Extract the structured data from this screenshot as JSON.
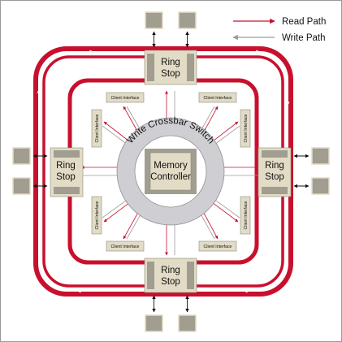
{
  "legend": {
    "read_label": "Read Path",
    "write_label": "Write Path",
    "read_color": "#c8102e",
    "write_color": "#9a9a9a"
  },
  "ring_stop": {
    "line1": "Ring",
    "line2": "Stop"
  },
  "crossbar_label": "Write Crossbar Switch",
  "memory_controller": {
    "line1": "Memory",
    "line2": "Controller"
  },
  "client_interface_label": "Client Interface",
  "colors": {
    "frame": "#9a9a9a",
    "ring_red": "#c8102e",
    "ring_stop_fill": "#e2dcc6",
    "memory_block": "#a19d90",
    "crossbar_ring": "#cfcfd3",
    "arrow_black": "#111111"
  }
}
